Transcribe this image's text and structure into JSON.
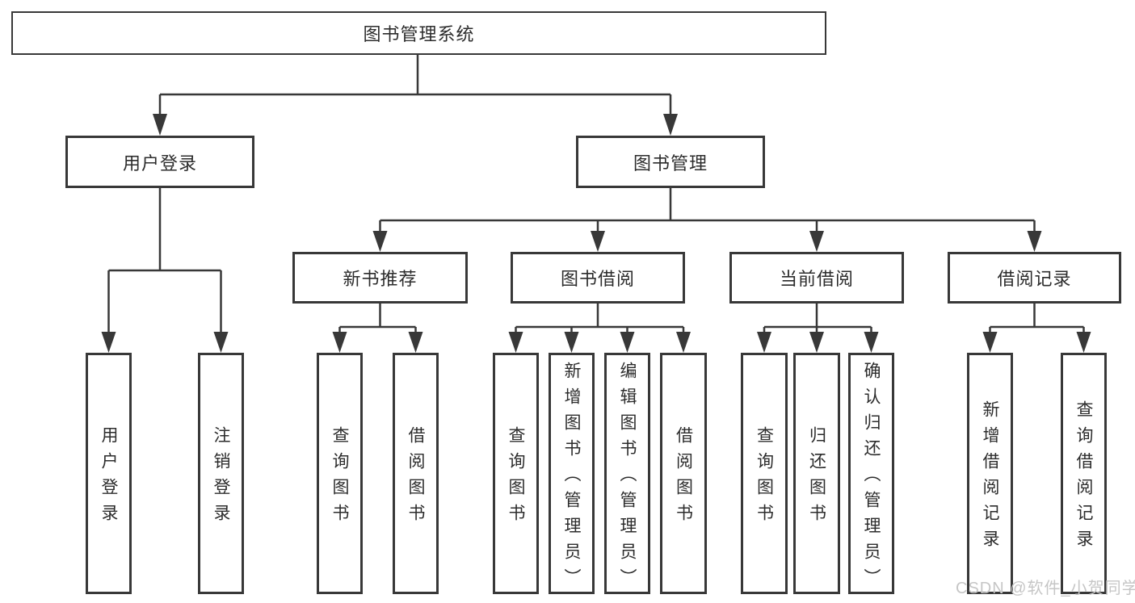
{
  "tree": {
    "root": {
      "label": "图书管理系统"
    },
    "branches": [
      {
        "label": "用户登录",
        "children": [
          {
            "label": "用户登录"
          },
          {
            "label": "注销登录"
          }
        ]
      },
      {
        "label": "图书管理",
        "groups": [
          {
            "label": "新书推荐",
            "children": [
              {
                "label": "查询图书"
              },
              {
                "label": "借阅图书"
              }
            ]
          },
          {
            "label": "图书借阅",
            "children": [
              {
                "label": "查询图书"
              },
              {
                "label": "新增图书（管理员）"
              },
              {
                "label": "编辑图书（管理员）"
              },
              {
                "label": "借阅图书"
              }
            ]
          },
          {
            "label": "当前借阅",
            "children": [
              {
                "label": "查询图书"
              },
              {
                "label": "归还图书"
              },
              {
                "label": "确认归还（管理员）"
              }
            ]
          },
          {
            "label": "借阅记录",
            "children": [
              {
                "label": "新增借阅记录"
              },
              {
                "label": "查询借阅记录"
              }
            ]
          }
        ]
      }
    ]
  },
  "watermark": {
    "text": "CSDN @软件_小贺同学"
  },
  "colors": {
    "line": "#383838",
    "text": "#2c2c2c",
    "watermark": "#c6c6c6",
    "background": "#ffffff"
  }
}
